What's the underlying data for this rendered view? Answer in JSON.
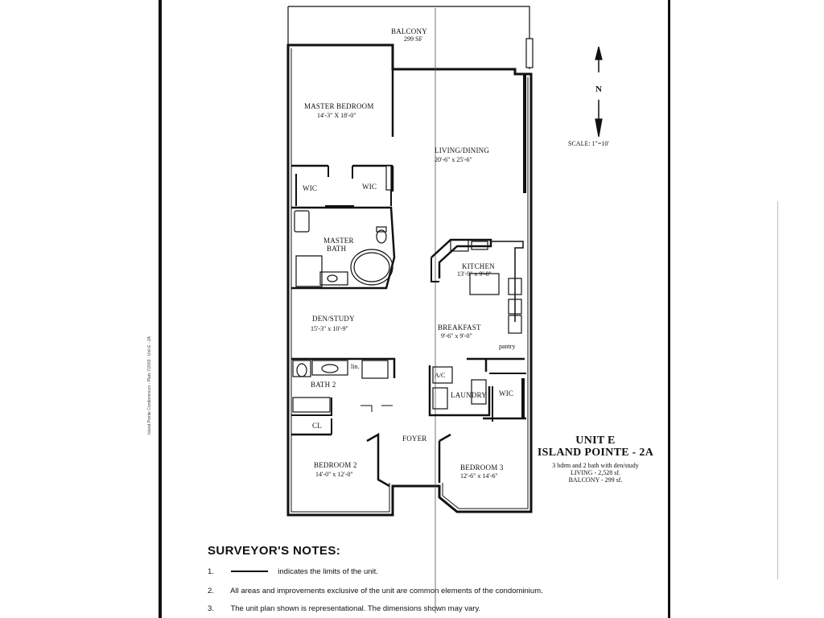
{
  "plan": {
    "rooms": {
      "balcony": {
        "name": "BALCONY",
        "dims": "299 SF"
      },
      "master_bedroom": {
        "name": "MASTER BEDROOM",
        "dims": "14'-3\" X 18'-0\""
      },
      "wic_1": {
        "name": "WIC"
      },
      "wic_2": {
        "name": "WIC"
      },
      "master_bath": {
        "name": "MASTER",
        "name2": "BATH"
      },
      "living_dining": {
        "name": "LIVING/DINING",
        "dims": "20'-6\" x 25'-6\""
      },
      "kitchen": {
        "name": "KITCHEN",
        "dims": "13'-9\" x 9'-8\""
      },
      "den_study": {
        "name": "DEN/STUDY",
        "dims": "15'-3\" x 10'-9\""
      },
      "breakfast": {
        "name": "BREAKFAST",
        "dims": "9'-6\" x 9'-0\""
      },
      "pantry": {
        "name": "pantry"
      },
      "bath_2": {
        "name": "BATH 2"
      },
      "cl": {
        "name": "CL"
      },
      "lin": {
        "name": "lin."
      },
      "ac": {
        "name": "A/C"
      },
      "laundry": {
        "name": "LAUNDRY"
      },
      "wic_3": {
        "name": "WIC"
      },
      "foyer": {
        "name": "FOYER"
      },
      "bedroom_2": {
        "name": "BEDROOM 2",
        "dims": "14'-0\" x 12'-0\""
      },
      "bedroom_3": {
        "name": "BEDROOM 3",
        "dims": "12'-6\" x 14'-6\""
      }
    },
    "north": "N",
    "scale": "SCALE: 1\"=10'"
  },
  "unit": {
    "title": "UNIT E",
    "building": "ISLAND POINTE - 2A",
    "desc": "3 bdrm and 2 bath with den/study",
    "living": "LIVING - 2,528 sf.",
    "balcony": "BALCONY - 299 sf."
  },
  "notes": {
    "title": "SURVEYOR'S NOTES:",
    "items": [
      {
        "num": "1.",
        "text": "indicates the limits of the unit."
      },
      {
        "num": "2.",
        "text": "All areas and improvements exclusive of the unit are common elements of the condominium."
      },
      {
        "num": "3.",
        "text": "The unit plan shown is representational. The dimensions shown may vary."
      }
    ]
  },
  "margin_text": "Island Pointe Condominium - Plats 7/2003 - Unit E - 2A"
}
